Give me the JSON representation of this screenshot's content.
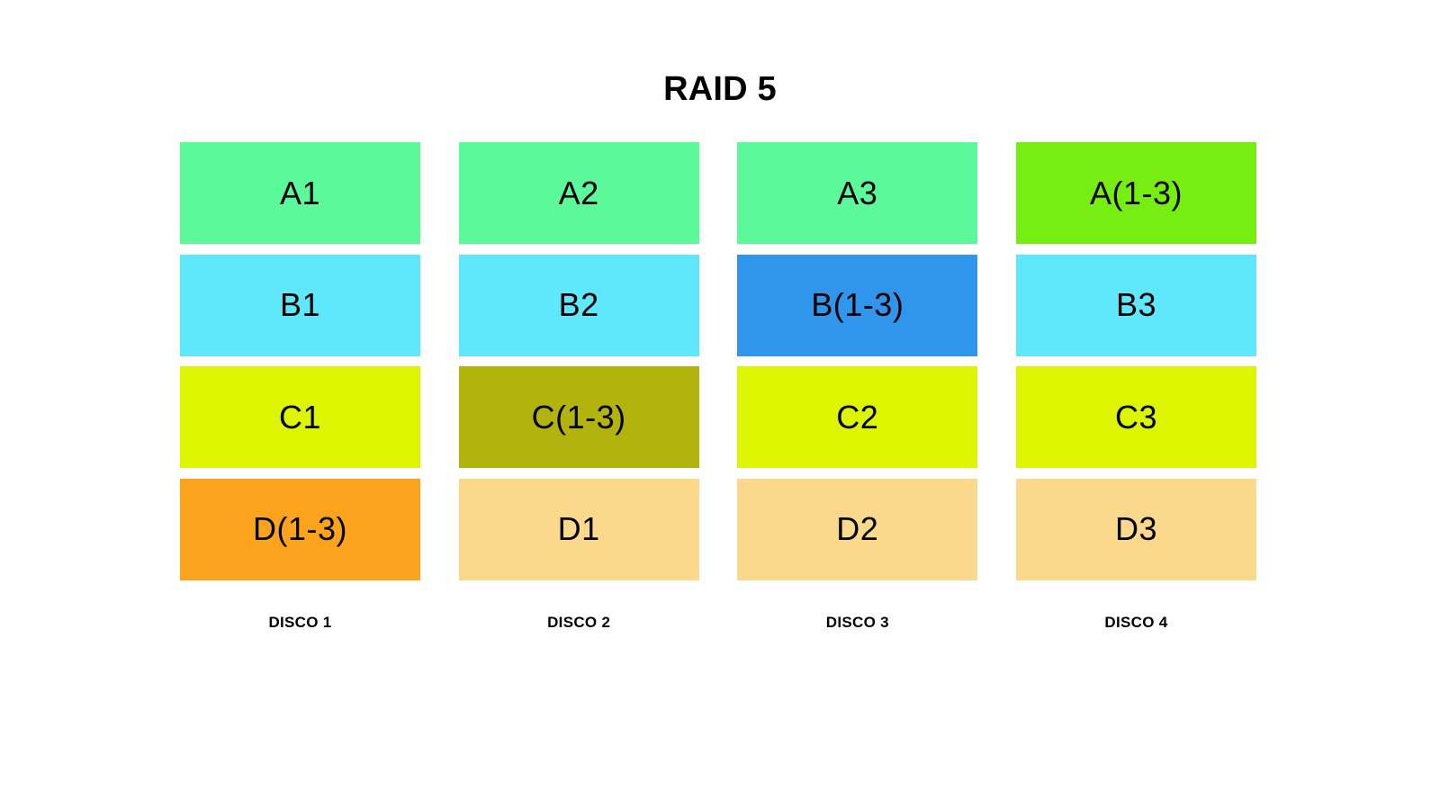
{
  "title": "RAID 5",
  "colors": {
    "background": "#ffffff",
    "text": "#000000",
    "a_data": "#5cf99a",
    "a_parity": "#77ee11",
    "b_data": "#5fe7fb",
    "b_parity": "#2f96ec",
    "c_data": "#ddf500",
    "c_parity": "#b3b30d",
    "d_data": "#fbd98c",
    "d_parity": "#fba31d"
  },
  "disks": [
    {
      "name": "DISCO 1",
      "blocks": [
        {
          "label": "A1",
          "color": "#5cf99a",
          "parity": false
        },
        {
          "label": "B1",
          "color": "#5fe7fb",
          "parity": false
        },
        {
          "label": "C1",
          "color": "#ddf500",
          "parity": false
        },
        {
          "label": "D(1-3)",
          "color": "#fba31d",
          "parity": true
        }
      ]
    },
    {
      "name": "DISCO 2",
      "blocks": [
        {
          "label": "A2",
          "color": "#5cf99a",
          "parity": false
        },
        {
          "label": "B2",
          "color": "#5fe7fb",
          "parity": false
        },
        {
          "label": "C(1-3)",
          "color": "#b3b30d",
          "parity": true
        },
        {
          "label": "D1",
          "color": "#fbd98c",
          "parity": false
        }
      ]
    },
    {
      "name": "DISCO 3",
      "blocks": [
        {
          "label": "A3",
          "color": "#5cf99a",
          "parity": false
        },
        {
          "label": "B(1-3)",
          "color": "#2f96ec",
          "parity": true
        },
        {
          "label": "C2",
          "color": "#ddf500",
          "parity": false
        },
        {
          "label": "D2",
          "color": "#fbd98c",
          "parity": false
        }
      ]
    },
    {
      "name": "DISCO 4",
      "blocks": [
        {
          "label": "A(1-3)",
          "color": "#77ee11",
          "parity": true
        },
        {
          "label": "B3",
          "color": "#5fe7fb",
          "parity": false
        },
        {
          "label": "C3",
          "color": "#ddf500",
          "parity": false
        },
        {
          "label": "D3",
          "color": "#fbd98c",
          "parity": false
        }
      ]
    }
  ]
}
